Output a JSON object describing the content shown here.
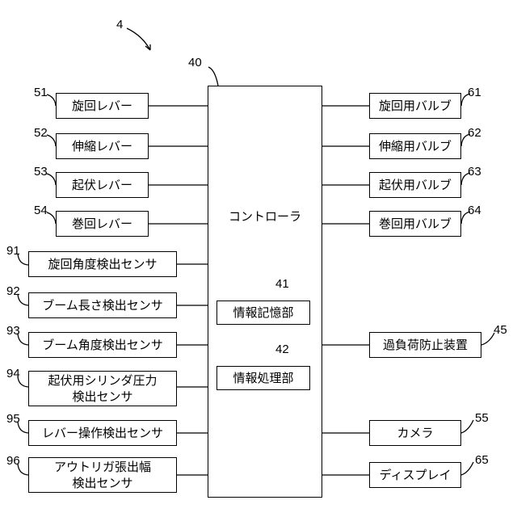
{
  "figure_ref": "4",
  "controller": {
    "ref": "40",
    "label": "コントローラ"
  },
  "left_blocks": [
    {
      "ref": "51",
      "label": "旋回レバー"
    },
    {
      "ref": "52",
      "label": "伸縮レバー"
    },
    {
      "ref": "53",
      "label": "起伏レバー"
    },
    {
      "ref": "54",
      "label": "巻回レバー"
    },
    {
      "ref": "91",
      "label": "旋回角度検出センサ"
    },
    {
      "ref": "92",
      "label": "ブーム長さ検出センサ"
    },
    {
      "ref": "93",
      "label": "ブーム角度検出センサ"
    },
    {
      "ref": "94",
      "label": "起伏用シリンダ圧力\n検出センサ"
    },
    {
      "ref": "95",
      "label": "レバー操作検出センサ"
    },
    {
      "ref": "96",
      "label": "アウトリガ張出幅\n検出センサ"
    }
  ],
  "right_blocks": [
    {
      "ref": "61",
      "label": "旋回用バルブ"
    },
    {
      "ref": "62",
      "label": "伸縮用バルブ"
    },
    {
      "ref": "63",
      "label": "起伏用バルブ"
    },
    {
      "ref": "64",
      "label": "巻回用バルブ"
    },
    {
      "ref": "45",
      "label": "過負荷防止装置"
    },
    {
      "ref": "55",
      "label": "カメラ"
    },
    {
      "ref": "65",
      "label": "ディスプレイ"
    }
  ],
  "inner_blocks": [
    {
      "ref": "41",
      "label": "情報記憶部"
    },
    {
      "ref": "42",
      "label": "情報処理部"
    }
  ]
}
